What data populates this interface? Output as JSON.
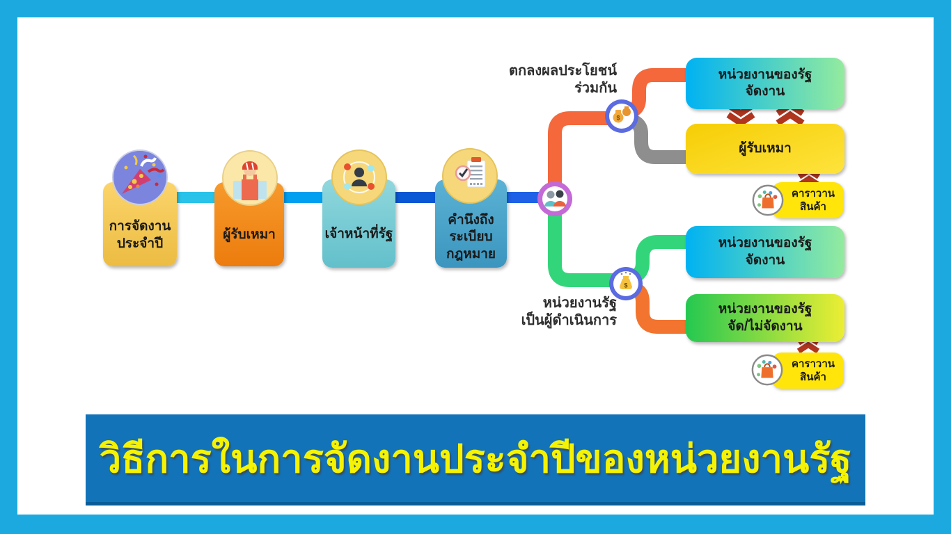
{
  "slide": {
    "frame_color": "#1CA9E0",
    "background_color": "#FFFFFF"
  },
  "title_banner": {
    "text": "วิธีการในการจัดงานประจำปีของหน่วยงานรัฐ",
    "bg_color": "#1273B9",
    "text_color": "#F5F303"
  },
  "main_flow": {
    "steps": [
      {
        "label": "การจัดงาน\nประจำปี",
        "icon": "party-popper-icon",
        "box_color": "#F5C94E"
      },
      {
        "label": "ผู้รับเหมา",
        "icon": "construction-worker-icon",
        "box_color": "#F28A1E"
      },
      {
        "label": "เจ้าหน้าที่รัฐ",
        "icon": "officer-network-icon",
        "box_color": "#7CCDD6"
      },
      {
        "label": "คำนึงถึง\nระเบียบ\nกฎหมาย",
        "icon": "law-checklist-icon",
        "box_color": "#4AA4C9"
      }
    ],
    "connector_colors": [
      "#29C3EA",
      "#00A0F0",
      "#0857D5",
      "#1E61E6"
    ]
  },
  "branch": {
    "split_node_icon": "partners-icon",
    "arrow_color": "#B0361F",
    "top": {
      "label": "ตกลงผลประโยชน์\nร่วมกัน",
      "node_icon": "money-bags-icon",
      "path_colors": {
        "main": "#F4683C",
        "to_government": "#F4683C",
        "to_contractor": "#8E8E8E"
      },
      "outcomes": [
        {
          "label": "หน่วยงานของรัฐ\nจัดงาน",
          "colors": [
            "#00B2F2",
            "#93EB9E"
          ]
        },
        {
          "label": "ผู้รับเหมา",
          "colors": [
            "#F6CE06",
            "#FEE33C"
          ]
        }
      ],
      "caravan": {
        "label": "คาราวาน\nสินค้า",
        "icon": "shopping-caravan-icon",
        "box_color": "#FFE50A"
      }
    },
    "bottom": {
      "label": "หน่วยงานรัฐ\nเป็นผู้ดำเนินการ",
      "node_icon": "money-bag-icon",
      "path_colors": {
        "main": "#33D57A",
        "to_organize": "#33D57A",
        "to_either": "#F2742E"
      },
      "outcomes": [
        {
          "label": "หน่วยงานของรัฐ\nจัดงาน",
          "colors": [
            "#00B2F2",
            "#93EB9E"
          ]
        },
        {
          "label": "หน่วยงานของรัฐ\nจัด/ไม่จัดงาน",
          "colors": [
            "#25C851",
            "#ECEE33"
          ]
        }
      ],
      "caravan": {
        "label": "คาราวาน\nสินค้า",
        "icon": "shopping-caravan-icon",
        "box_color": "#FFE50A"
      }
    }
  }
}
